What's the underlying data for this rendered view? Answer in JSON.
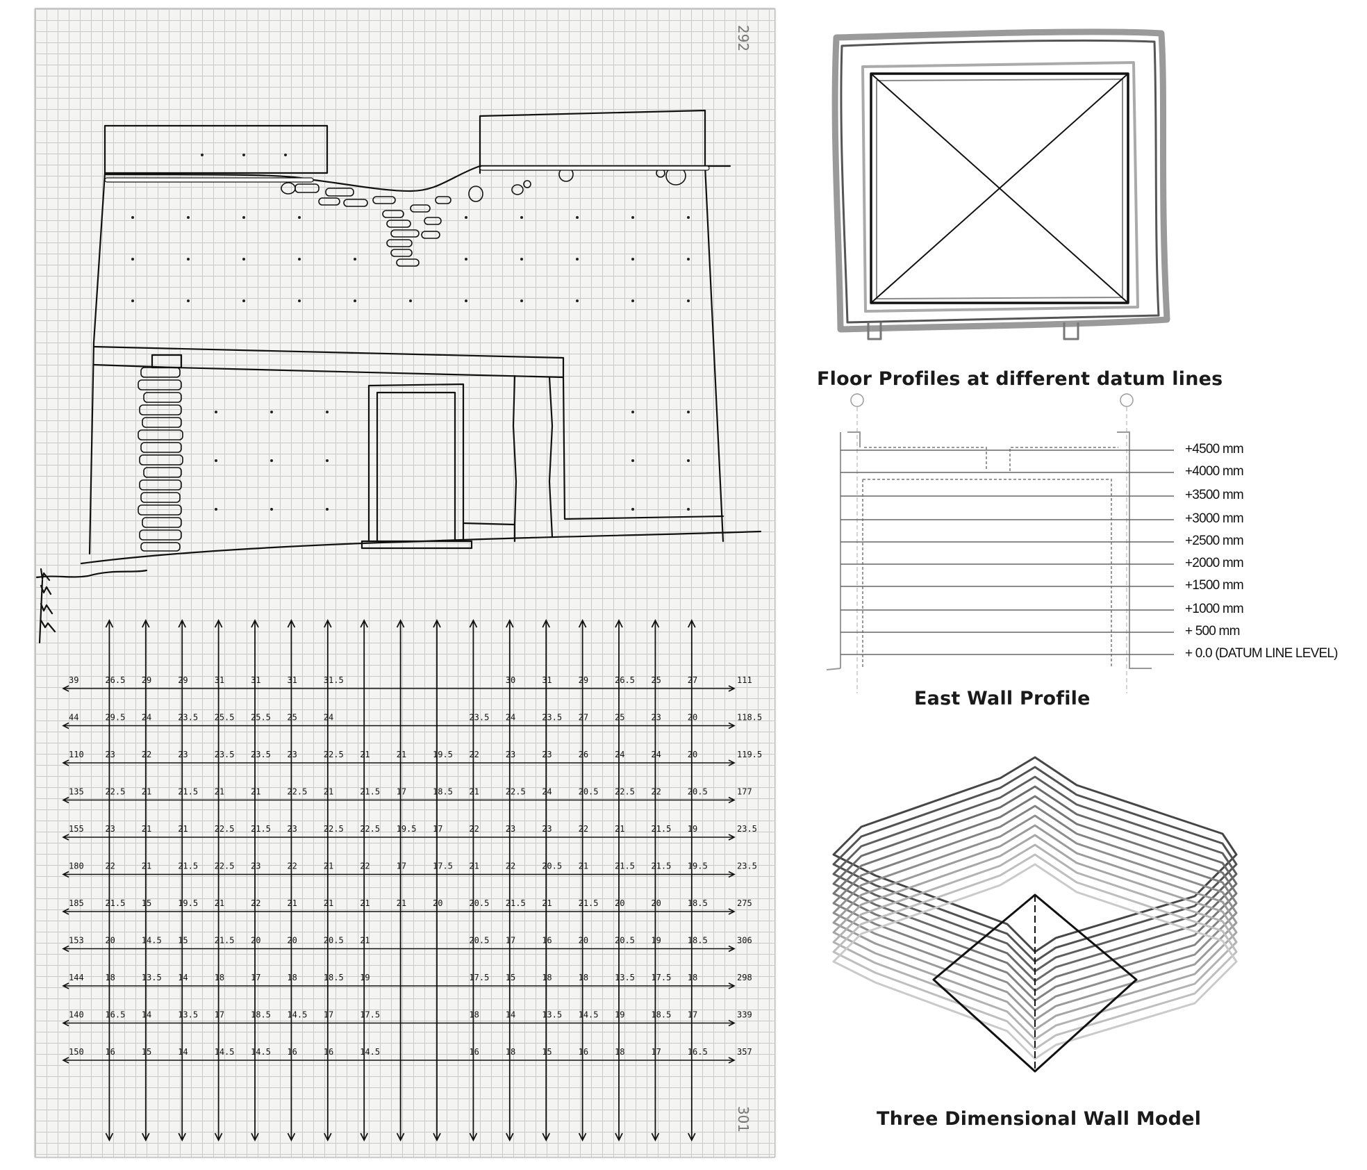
{
  "sketch": {
    "page_top": "292",
    "page_bottom": "301",
    "grid_values": [
      [
        "39",
        "26.5",
        "29",
        "29",
        "31",
        "31",
        "31",
        "31.5",
        "",
        "",
        "",
        "",
        "30",
        "31",
        "29",
        "26.5",
        "25",
        "27",
        "111"
      ],
      [
        "44",
        "29.5",
        "24",
        "23.5",
        "25.5",
        "25.5",
        "25",
        "24",
        "",
        "",
        "",
        "23.5",
        "24",
        "23.5",
        "27",
        "25",
        "23",
        "20",
        "118.5"
      ],
      [
        "110",
        "23",
        "22",
        "23",
        "23.5",
        "23.5",
        "23",
        "22.5",
        "21",
        "21",
        "19.5",
        "22",
        "23",
        "23",
        "26",
        "24",
        "24",
        "20",
        "119.5"
      ],
      [
        "135",
        "22.5",
        "21",
        "21.5",
        "21",
        "21",
        "22.5",
        "21",
        "21.5",
        "17",
        "18.5",
        "21",
        "22.5",
        "24",
        "20.5",
        "22.5",
        "22",
        "20.5",
        "177"
      ],
      [
        "155",
        "23",
        "21",
        "21",
        "22.5",
        "21.5",
        "23",
        "22.5",
        "22.5",
        "19.5",
        "17",
        "22",
        "23",
        "23",
        "22",
        "21",
        "21.5",
        "19",
        "23.5"
      ],
      [
        "180",
        "22",
        "21",
        "21.5",
        "22.5",
        "23",
        "22",
        "21",
        "22",
        "17",
        "17.5",
        "21",
        "22",
        "20.5",
        "21",
        "21.5",
        "21.5",
        "19.5",
        "23.5"
      ],
      [
        "185",
        "21.5",
        "15",
        "19.5",
        "21",
        "22",
        "21",
        "21",
        "21",
        "21",
        "20",
        "20.5",
        "21.5",
        "21",
        "21.5",
        "20",
        "20",
        "18.5",
        "275"
      ],
      [
        "153",
        "20",
        "14.5",
        "15",
        "21.5",
        "20",
        "20",
        "20.5",
        "21",
        "",
        "",
        "20.5",
        "17",
        "16",
        "20",
        "20.5",
        "19",
        "18.5",
        "306"
      ],
      [
        "144",
        "18",
        "13.5",
        "14",
        "18",
        "17",
        "18",
        "18.5",
        "19",
        "",
        "",
        "17.5",
        "15",
        "18",
        "18",
        "13.5",
        "17.5",
        "18",
        "298"
      ],
      [
        "140",
        "16.5",
        "14",
        "13.5",
        "17",
        "18.5",
        "14.5",
        "17",
        "17.5",
        "",
        "",
        "18",
        "14",
        "13.5",
        "14.5",
        "19",
        "18.5",
        "17",
        "339"
      ],
      [
        "150",
        "16",
        "15",
        "14",
        "14.5",
        "14.5",
        "16",
        "16",
        "14.5",
        "",
        "",
        "16",
        "18",
        "15",
        "16",
        "18",
        "17",
        "16.5",
        "357"
      ]
    ]
  },
  "floor_profiles": {
    "caption": "Floor Profiles at different datum lines"
  },
  "east_wall": {
    "caption": "East Wall Profile",
    "datum_labels": [
      "+4500 mm",
      "+4000 mm",
      "+3500 mm",
      "+3000 mm",
      "+2500 mm",
      "+2000 mm",
      "+1500 mm",
      "+1000 mm",
      "+ 500 mm",
      "+ 0.0 (DATUM LINE LEVEL)"
    ]
  },
  "wall_model": {
    "caption": "Three Dimensional Wall Model"
  }
}
